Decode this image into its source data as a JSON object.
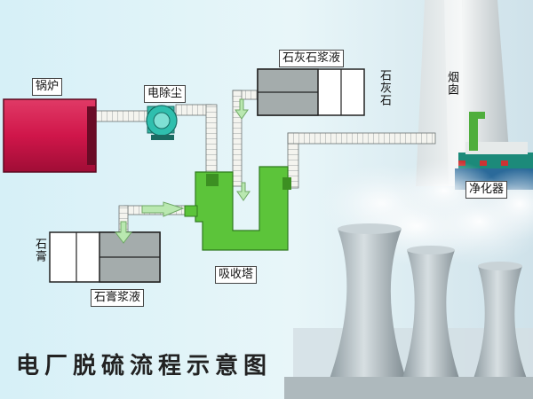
{
  "title": "电厂脱硫流程示意图",
  "labels": {
    "boiler": "锅炉",
    "esp": "电除尘",
    "limestone_slurry": "石灰石浆液",
    "limestone": "石灰石",
    "absorber": "吸收塔",
    "gypsum": "石膏",
    "gypsum_slurry": "石膏浆液",
    "chimney": "烟囱",
    "purifier": "净化器"
  },
  "colors": {
    "background": "#dff3f8",
    "boiler": "#d0164a",
    "equipment_green": "#5cc43a",
    "tank_gray": "#9ea8a8",
    "pipe": "#f2f2ee",
    "arrow": "#b9e8b0",
    "steam": "#f4f8fa",
    "tower": "#bcc7cc"
  }
}
